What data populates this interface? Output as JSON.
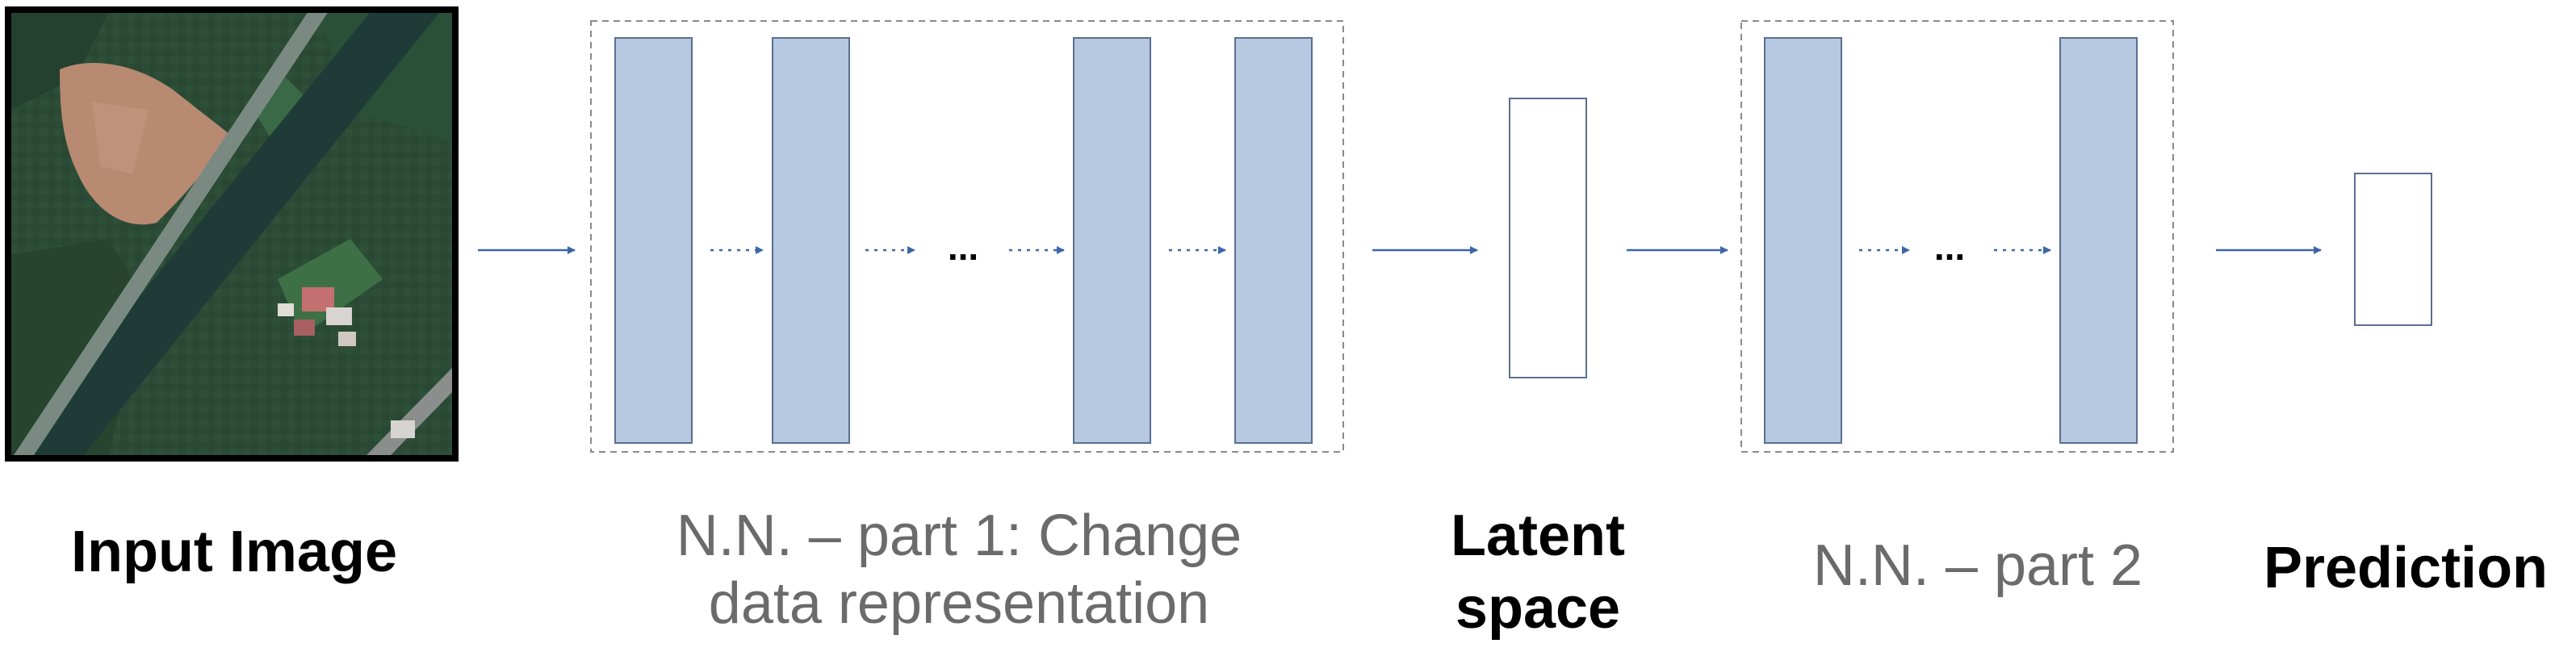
{
  "labels": {
    "input": "Input Image",
    "nn1_line1": "N.N. – part 1: Change",
    "nn1_line2": "data representation",
    "latent_line1": "Latent",
    "latent_line2": "space",
    "nn2": "N.N. – part 2",
    "prediction": "Prediction"
  },
  "ellipsis": {
    "nn1": "...",
    "nn2": "..."
  },
  "colors": {
    "layer_fill": "#b7c9e0",
    "layer_stroke": "#5a6f91",
    "arrow": "#3d66a8",
    "dashed_box": "#8a8a8a",
    "nn_label": "#6b6b6b",
    "bold_label": "#000000",
    "image_border": "#000000"
  }
}
